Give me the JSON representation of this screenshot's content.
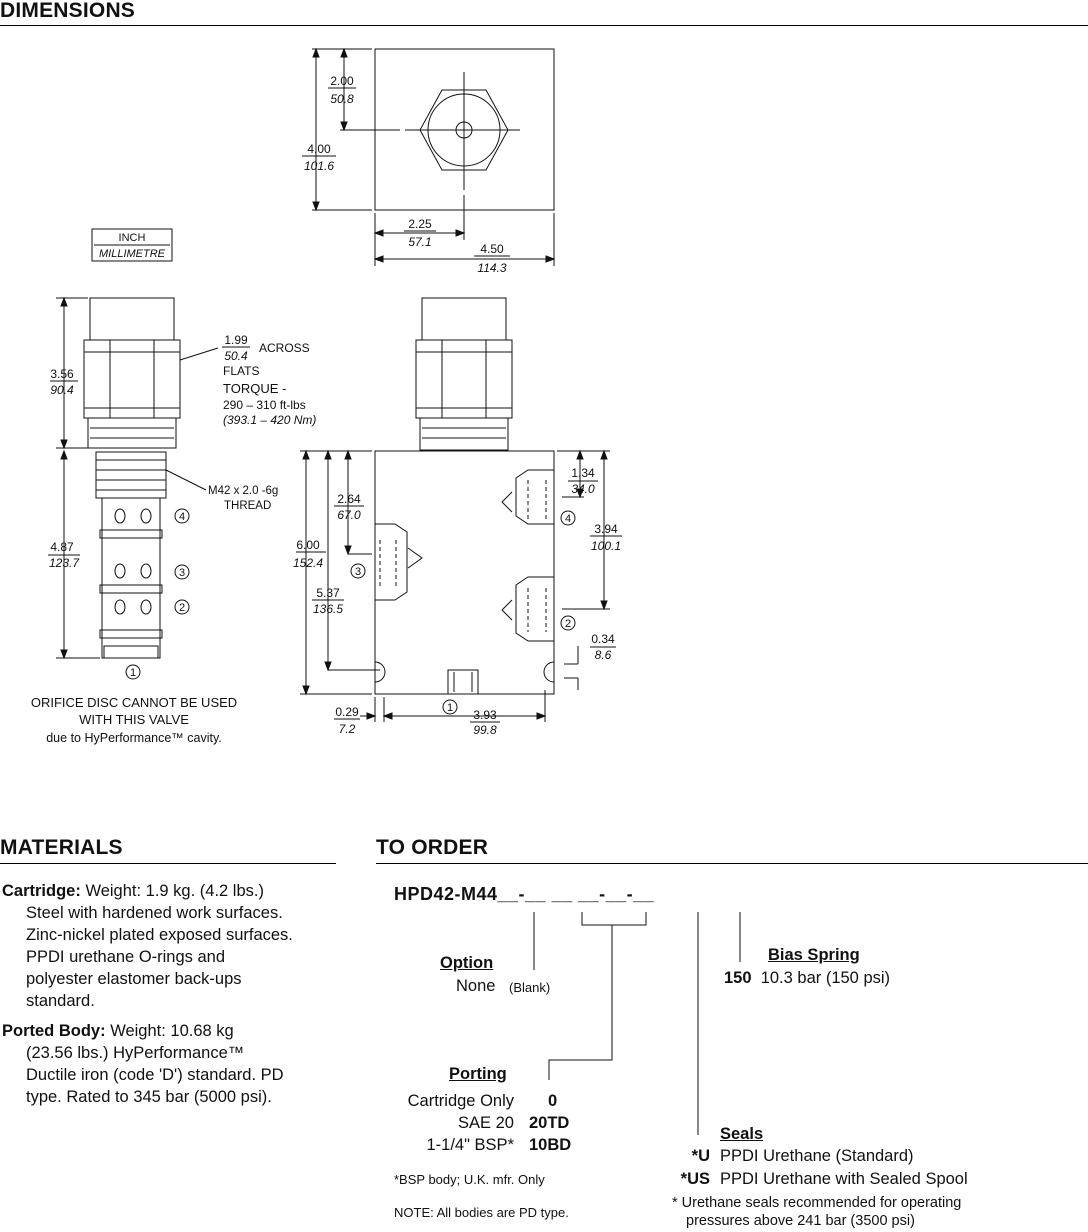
{
  "headers": {
    "dimensions": "DIMENSIONS",
    "materials": "MATERIALS",
    "to_order": "TO ORDER"
  },
  "legend": {
    "inch": "INCH",
    "mm": "MILLIMETRE"
  },
  "top_view": {
    "d1_in": "2.00",
    "d1_mm": "50.8",
    "d2_in": "4.00",
    "d2_mm": "101.6",
    "d3_in": "2.25",
    "d3_mm": "57.1",
    "d4_in": "4.50",
    "d4_mm": "114.3"
  },
  "cartridge": {
    "h_in": "3.56",
    "h_mm": "90.4",
    "flats_in": "1.99",
    "flats_mm": "50.4",
    "across": "ACROSS",
    "flats": "FLATS",
    "torque": "TORQUE -",
    "torque_ft": "290 – 310 ft-lbs",
    "torque_nm": "(393.1 – 420 Nm)",
    "l_in": "4.87",
    "l_mm": "123.7",
    "thread": "M42 x 2.0 -6g",
    "thread2": "THREAD",
    "ports": [
      "4",
      "3",
      "2",
      "1"
    ],
    "note1": "ORIFICE DISC CANNOT BE USED",
    "note2": "WITH THIS VALVE",
    "note3": "due to HyPerformance™ cavity."
  },
  "body": {
    "a_in": "6.00",
    "a_mm": "152.4",
    "b_in": "5.37",
    "b_mm": "136.5",
    "c_in": "2.64",
    "c_mm": "67.0",
    "d_in": "1.34",
    "d_mm": "34.0",
    "e_in": "3.94",
    "e_mm": "100.1",
    "f_in": "0.34",
    "f_mm": "8.6",
    "g_in": "0.29",
    "g_mm": "7.2",
    "h_in": "3.93",
    "h_mm": "99.8",
    "ports": [
      "4",
      "3",
      "2",
      "1"
    ]
  },
  "materials": {
    "cartridge_label": "Cartridge:",
    "cartridge_lines": [
      "Weight: 1.9 kg. (4.2 lbs.)",
      "Steel with hardened work surfaces.",
      "Zinc-nickel plated exposed surfaces.",
      "PPDI urethane O-rings and",
      "polyester elastomer back-ups",
      "standard."
    ],
    "body_label": "Ported Body:",
    "body_lines": [
      "Weight: 10.68 kg",
      "(23.56 lbs.) HyPerformance™",
      "Ductile iron (code 'D') standard. PD",
      "type. Rated to 345 bar (5000 psi)."
    ]
  },
  "order": {
    "code": "HPD42-M44__-__ __ __-__-__",
    "option_title": "Option",
    "option_none": "None",
    "option_blank": "(Blank)",
    "bias_title": "Bias Spring",
    "bias_code": "150",
    "bias_desc": "10.3 bar (150 psi)",
    "porting_title": "Porting",
    "porting": [
      {
        "desc": "Cartridge Only",
        "code": "0"
      },
      {
        "desc": "SAE 20",
        "code": "20TD"
      },
      {
        "desc": "1-1/4\" BSP*",
        "code": "10BD"
      }
    ],
    "bsp_note": "*BSP body; U.K. mfr. Only",
    "pd_note": "NOTE:  All bodies are PD type.",
    "seals_title": "Seals",
    "seals": [
      {
        "code": "*U",
        "desc": "PPDI Urethane (Standard)"
      },
      {
        "code": "*US",
        "desc": "PPDI Urethane with Sealed Spool"
      }
    ],
    "seal_note1": "*  Urethane seals recommended for operating",
    "seal_note2": "pressures above 241 bar (3500 psi)"
  }
}
